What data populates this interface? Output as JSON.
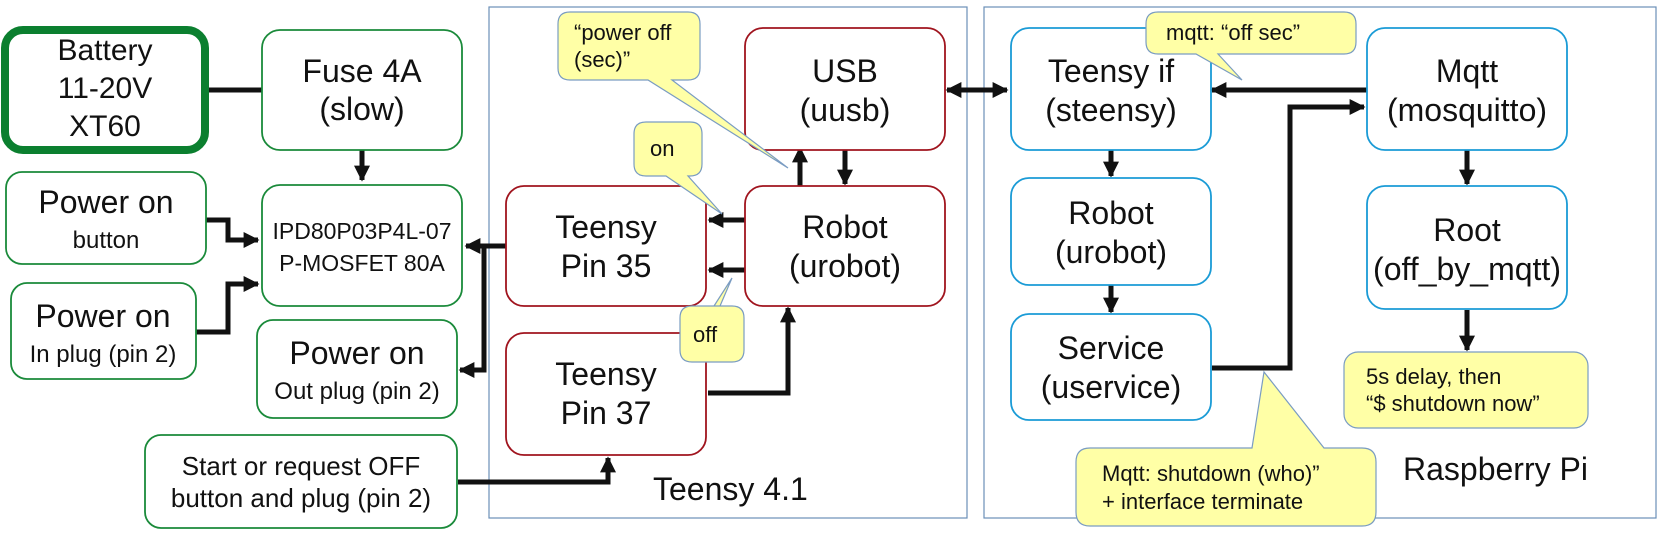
{
  "colors": {
    "power_green": "#1a8a3a",
    "battery_green": "#0b7f2f",
    "teensy_red": "#a0141e",
    "pi_blue": "#1a9bd6",
    "region_border": "#6b8fb8",
    "bubble_fill": "#ffffa6",
    "bubble_stroke": "#7a9cc2",
    "arrow": "#111111"
  },
  "regions": {
    "teensy": {
      "label": "Teensy 4.1"
    },
    "pi": {
      "label": "Raspberry Pi"
    }
  },
  "boxes": {
    "battery": {
      "lines": [
        "Battery",
        "11-20V",
        "XT60"
      ]
    },
    "fuse": {
      "lines": [
        "Fuse 4A",
        "(slow)"
      ]
    },
    "power_on_button": {
      "lines": [
        "Power on",
        "button"
      ]
    },
    "mosfet": {
      "lines": [
        "IPD80P03P4L-07",
        "P-MOSFET 80A"
      ]
    },
    "power_on_in": {
      "lines": [
        "Power on",
        "In plug (pin 2)"
      ]
    },
    "power_on_out": {
      "lines": [
        "Power on",
        "Out plug (pin 2)"
      ]
    },
    "start_request": {
      "lines": [
        "Start or request OFF",
        "button and plug (pin 2)"
      ]
    },
    "usb": {
      "lines": [
        "USB",
        "(uusb)"
      ]
    },
    "teensy_robot": {
      "lines": [
        "Robot",
        "(urobot)"
      ]
    },
    "pin35": {
      "lines": [
        "Teensy",
        "Pin 35"
      ]
    },
    "pin37": {
      "lines": [
        "Teensy",
        "Pin 37"
      ]
    },
    "teensy_if": {
      "lines": [
        "Teensy if",
        "(steensy)"
      ]
    },
    "pi_robot": {
      "lines": [
        "Robot",
        "(urobot)"
      ]
    },
    "service": {
      "lines": [
        "Service",
        "(uservice)"
      ]
    },
    "mqtt": {
      "lines": [
        "Mqtt",
        "(mosquitto)"
      ]
    },
    "root": {
      "lines": [
        "Root",
        "(off_by_mqtt)"
      ]
    }
  },
  "callouts": {
    "power_off_sec": {
      "lines": [
        "“power off",
        "(sec)”"
      ]
    },
    "on": {
      "lines": [
        "on"
      ]
    },
    "off": {
      "lines": [
        "off"
      ]
    },
    "mqtt_off_sec": {
      "lines": [
        "mqtt: “off sec”"
      ]
    },
    "shutdown_delay": {
      "lines": [
        "5s delay, then",
        "“$ shutdown now”"
      ]
    },
    "mqtt_shutdown": {
      "lines": [
        "Mqtt: shutdown (who)”",
        "+ interface terminate"
      ]
    }
  }
}
